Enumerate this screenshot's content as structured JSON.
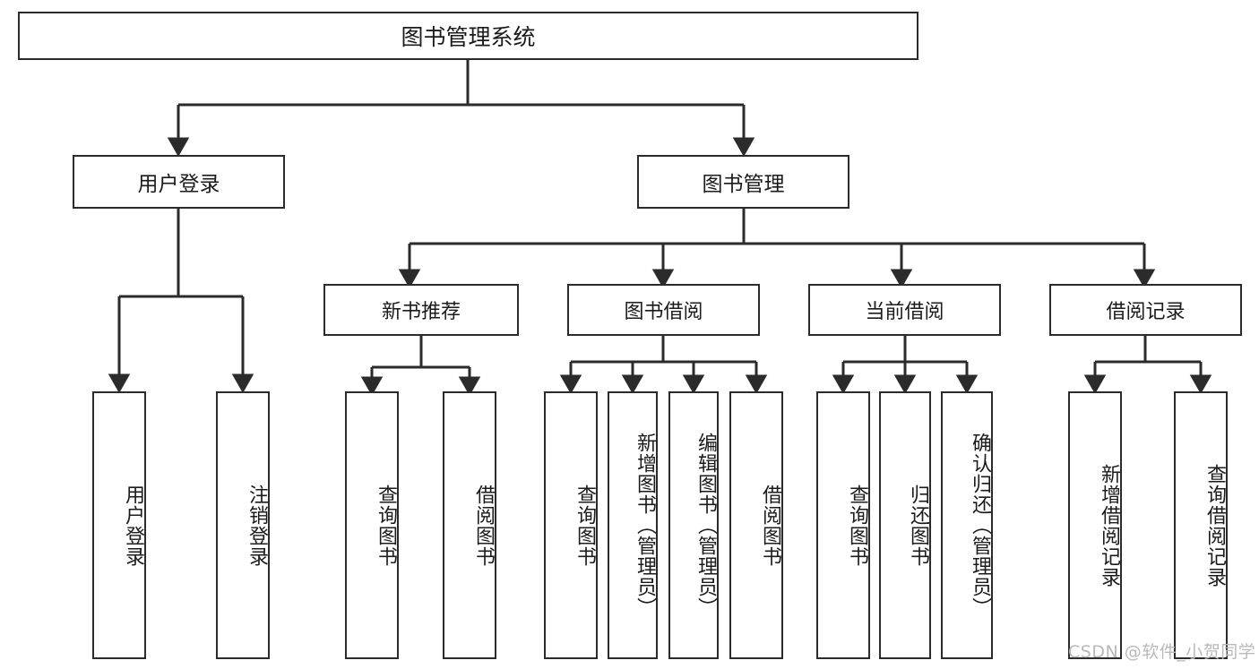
{
  "diagram": {
    "title": "图书管理系统",
    "watermark": "CSDN @软件_小贺同学",
    "line_color": "#2b2b2b",
    "box_fill": "#ffffff",
    "text_color": "#1b1b1b",
    "watermark_color": "#b9b9b9"
  },
  "nodes": {
    "root": {
      "label": "图书管理系统"
    },
    "level1": [
      {
        "label": "用户登录"
      },
      {
        "label": "图书管理"
      }
    ],
    "level2": [
      {
        "label": "新书推荐"
      },
      {
        "label": "图书借阅"
      },
      {
        "label": "当前借阅"
      },
      {
        "label": "借阅记录"
      }
    ],
    "leaves": {
      "user_login": [
        {
          "label": "用户登录"
        },
        {
          "label": "注销登录"
        }
      ],
      "new_book": [
        {
          "label": "查询图书"
        },
        {
          "label": "借阅图书"
        }
      ],
      "book_borrow": [
        {
          "label": "查询图书"
        },
        {
          "label": "新增图书（管理员）"
        },
        {
          "label": "编辑图书（管理员）"
        },
        {
          "label": "借阅图书"
        }
      ],
      "current_borrow": [
        {
          "label": "查询图书"
        },
        {
          "label": "归还图书"
        },
        {
          "label": "确认归还（管理员）"
        }
      ],
      "borrow_record": [
        {
          "label": "新增借阅记录"
        },
        {
          "label": "查询借阅记录"
        }
      ]
    }
  }
}
